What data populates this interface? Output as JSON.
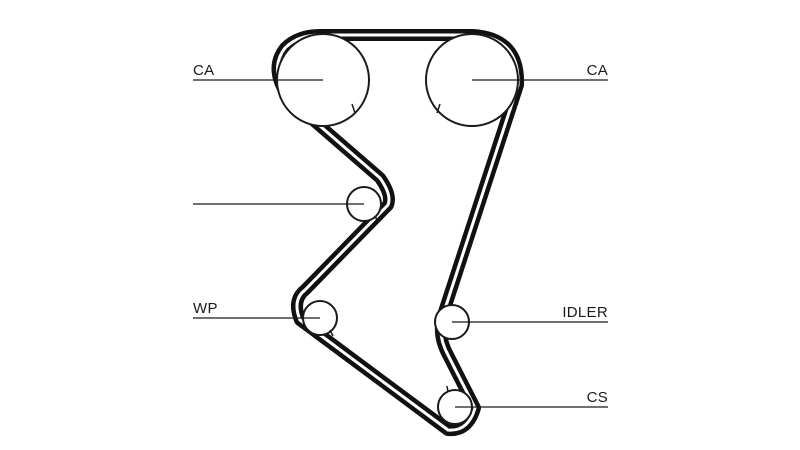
{
  "diagram": {
    "labels": {
      "cam_left": "CA",
      "cam_right": "CA",
      "tensioner": "",
      "water_pump": "WP",
      "idler": "IDLER",
      "crankshaft": "CS"
    },
    "colors": {
      "belt": "#111111",
      "line": "#1a1a1a",
      "background": "#ffffff"
    }
  }
}
